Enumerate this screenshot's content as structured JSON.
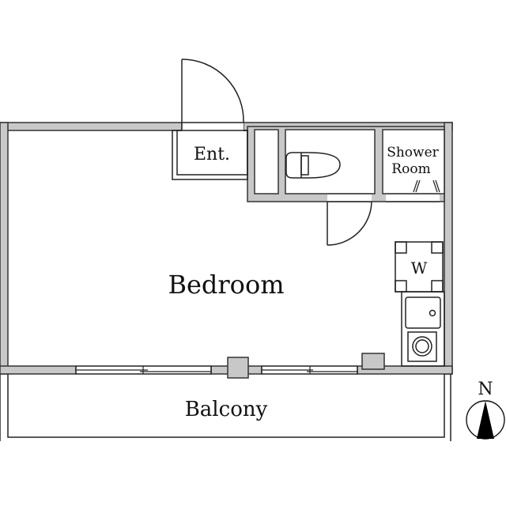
{
  "plan": {
    "rooms": {
      "bedroom": "Bedroom",
      "entrance": "Ent.",
      "shower_line1": "Shower",
      "shower_line2": "Room",
      "balcony": "Balcony",
      "washer": "W"
    },
    "compass": {
      "label": "N"
    },
    "colors": {
      "wall_fill": "#c8c8c8",
      "wall_stroke": "#333333",
      "background": "#ffffff"
    }
  }
}
